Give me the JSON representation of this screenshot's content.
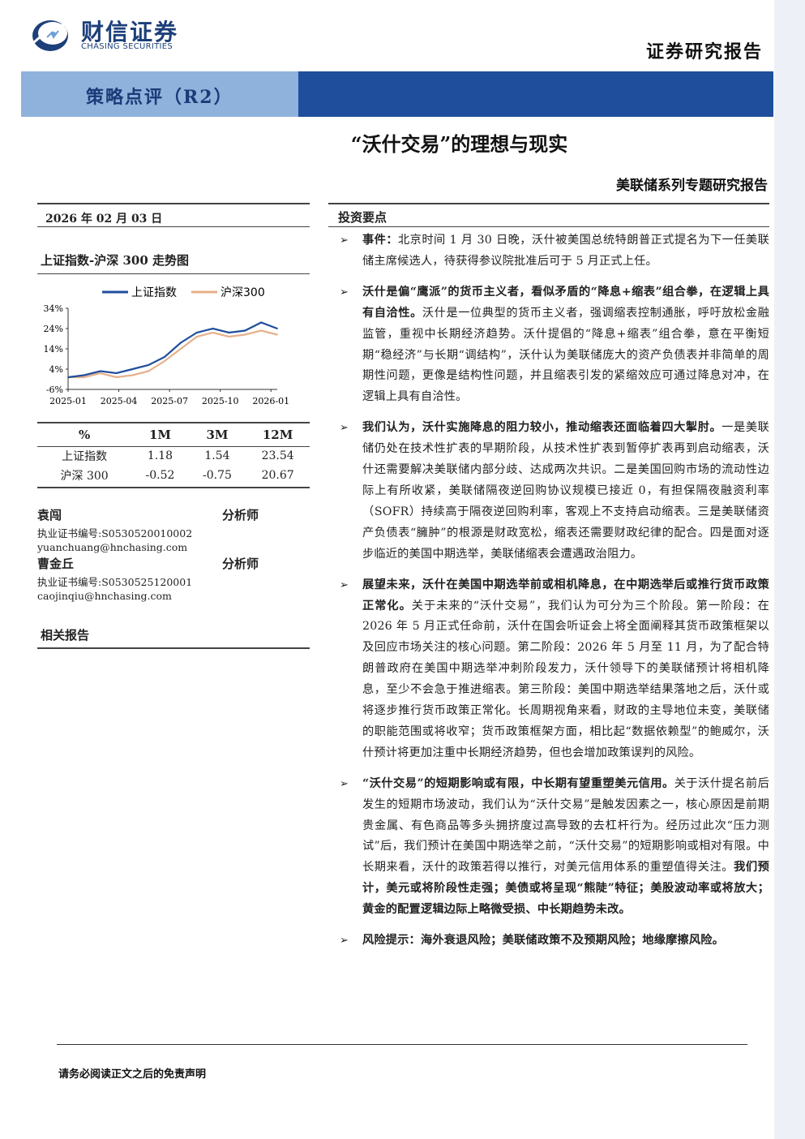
{
  "header": {
    "logo_cn": "财信证券",
    "logo_en": "CHASING SECURITIES",
    "report_type": "证券研究报告",
    "banner_label": "策略点评（R2）",
    "title": "“沃什交易”的理想与现实",
    "subtitle": "美联储系列专题研究报告"
  },
  "colors": {
    "brand_blue": "#1f4e9c",
    "banner_light": "#8fb2dc",
    "series1": "#1f4e9c",
    "series2": "#e6b08a"
  },
  "left": {
    "date": "2026 年 02 月 03 日",
    "chart_section_title": "上证指数-沪深 300 走势图",
    "table": {
      "headers": [
        "%",
        "1M",
        "3M",
        "12M"
      ],
      "rows": [
        [
          "上证指数",
          "1.18",
          "1.54",
          "23.54"
        ],
        [
          "沪深 300",
          "-0.52",
          "-0.75",
          "20.67"
        ]
      ]
    },
    "analysts": [
      {
        "name": "袁闯",
        "role": "分析师",
        "license": "执业证书编号:S0530520010002",
        "email": "yuanchuang@hnchasing.com"
      },
      {
        "name": "曹金丘",
        "role": "分析师",
        "license": "执业证书编号:S0530525120001",
        "email": "caojinqiu@hnchasing.com"
      }
    ],
    "related_title": "相关报告"
  },
  "chart_data": {
    "type": "line",
    "title": "上证指数-沪深 300 走势图",
    "xlabel": "",
    "ylabel": "",
    "x_ticks": [
      "2025-01",
      "2025-04",
      "2025-07",
      "2025-10",
      "2026-01"
    ],
    "y_ticks": [
      "34%",
      "24%",
      "14%",
      "4%",
      "-6%"
    ],
    "ylim": [
      -6,
      34
    ],
    "legend_position": "top",
    "x": [
      "2025-01",
      "2025-02",
      "2025-03",
      "2025-04",
      "2025-05",
      "2025-06",
      "2025-07",
      "2025-08",
      "2025-09",
      "2025-10",
      "2025-11",
      "2025-12",
      "2026-01",
      "2026-02"
    ],
    "series": [
      {
        "name": "上证指数",
        "values": [
          0,
          1,
          3,
          2,
          4,
          6,
          10,
          17,
          22,
          24,
          22,
          23,
          27,
          24
        ]
      },
      {
        "name": "沪深300",
        "values": [
          0,
          0,
          2,
          0,
          1,
          3,
          8,
          14,
          20,
          22,
          20,
          21,
          23,
          21
        ]
      }
    ]
  },
  "right": {
    "section_title": "投资要点",
    "points": [
      {
        "bold": "事件：",
        "text": "北京时间 1 月 30 日晚，沃什被美国总统特朗普正式提名为下一任美联储主席候选人，待获得参议院批准后可于 5 月正式上任。"
      },
      {
        "bold": "沃什是偏“鹰派”的货币主义者，看似矛盾的“降息+缩表”组合拳，在逻辑上具有自洽性。",
        "text": "沃什是一位典型的货币主义者，强调缩表控制通胀，呼吁放松金融监管，重视中长期经济趋势。沃什提倡的“降息+缩表”组合拳，意在平衡短期“稳经济”与长期“调结构”，沃什认为美联储庞大的资产负债表并非简单的周期性问题，更像是结构性问题，并且缩表引发的紧缩效应可通过降息对冲，在逻辑上具有自洽性。"
      },
      {
        "bold": "我们认为，沃什实施降息的阻力较小，推动缩表还面临着四大掣肘。",
        "text": "一是美联储仍处在技术性扩表的早期阶段，从技术性扩表到暂停扩表再到启动缩表，沃什还需要解决美联储内部分歧、达成两次共识。二是美国回购市场的流动性边际上有所收紧，美联储隔夜逆回购协议规模已接近 0，有担保隔夜融资利率（SOFR）持续高于隔夜逆回购利率，客观上不支持启动缩表。三是美联储资产负债表“臃肿”的根源是财政宽松，缩表还需要财政纪律的配合。四是面对逐步临近的美国中期选举，美联储缩表会遭遇政治阻力。"
      },
      {
        "bold": "展望未来，沃什在美国中期选举前或相机降息，在中期选举后或推行货币政策正常化。",
        "text": "关于未来的“沃什交易”，我们认为可分为三个阶段。第一阶段：在 2026 年 5 月正式任命前，沃什在国会听证会上将全面阐释其货币政策框架以及回应市场关注的核心问题。第二阶段：2026 年 5 月至 11 月，为了配合特朗普政府在美国中期选举冲刺阶段发力，沃什领导下的美联储预计将相机降息，至少不会急于推进缩表。第三阶段：美国中期选举结果落地之后，沃什或将逐步推行货币政策正常化。长周期视角来看，财政的主导地位未变，美联储的职能范围或将收窄；货币政策框架方面，相比起“数据依赖型”的鲍威尔，沃什预计将更加注重中长期经济趋势，但也会增加政策误判的风险。"
      },
      {
        "bold": "“沃什交易”的短期影响或有限，中长期有望重塑美元信用。",
        "text": "关于沃什提名前后发生的短期市场波动，我们认为“沃什交易”是触发因素之一，核心原因是前期贵金属、有色商品等多头拥挤度过高导致的去杠杆行为。经历过此次“压力测试”后，我们预计在美国中期选举之前，“沃什交易”的短期影响或相对有限。中长期来看，沃什的政策若得以推行，对美元信用体系的重塑值得关注。",
        "bold2": "我们预计，美元或将阶段性走强；美债或将呈现“熊陡”特征；美股波动率或将放大；黄金的配置逻辑边际上略微受损、中长期趋势未改。"
      },
      {
        "bold": "风险提示：海外衰退风险；美联储政策不及预期风险；地缘摩擦风险。",
        "text": ""
      }
    ]
  },
  "footer": {
    "disclaimer": "请务必阅读正文之后的免责声明"
  }
}
